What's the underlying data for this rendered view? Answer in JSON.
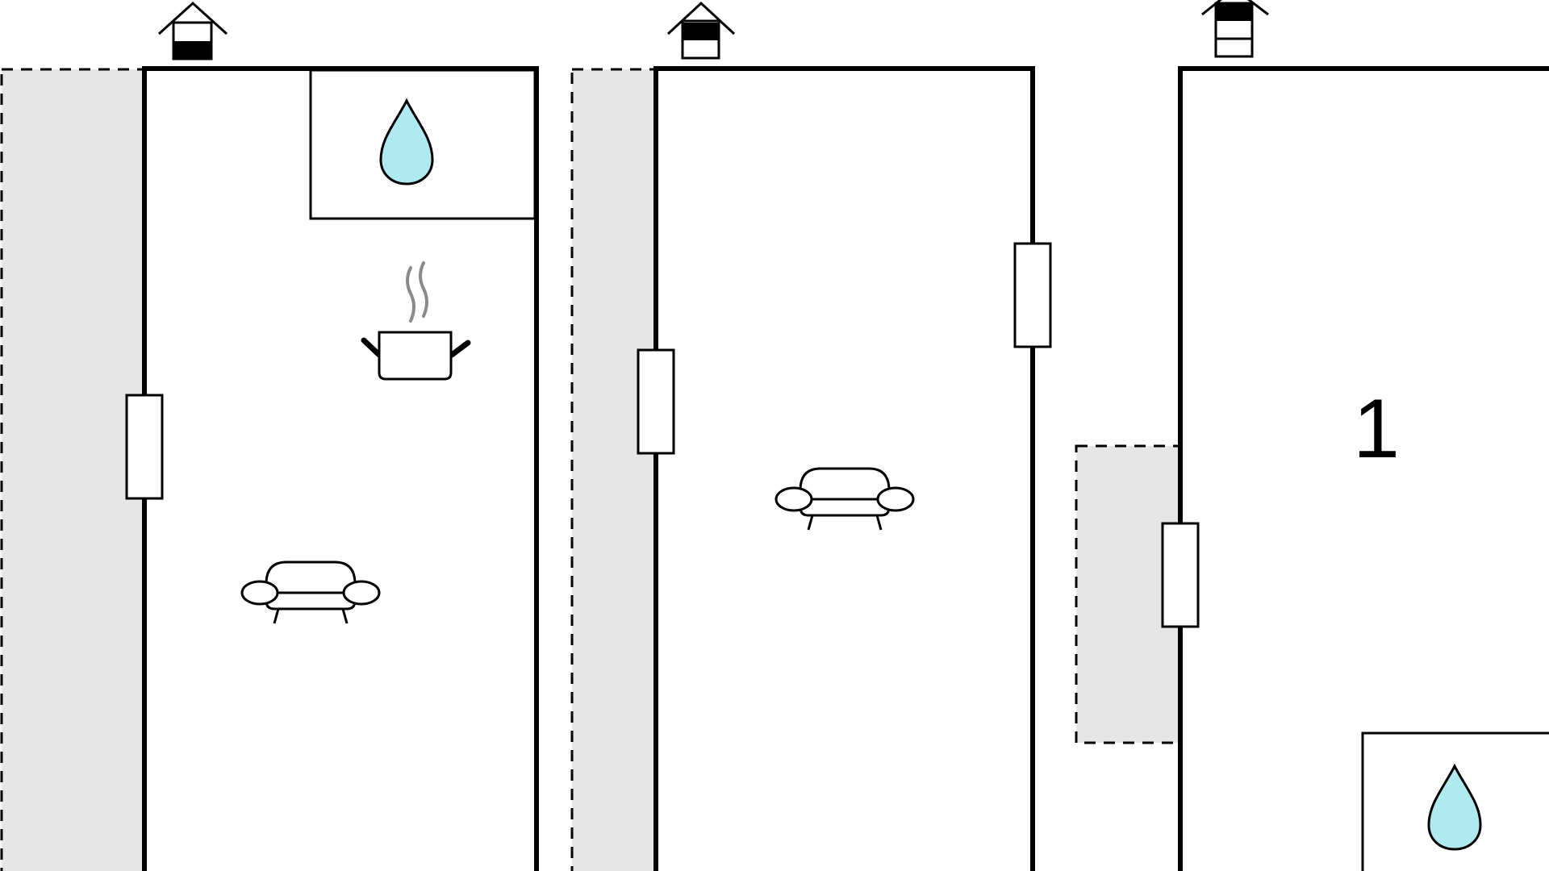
{
  "floors": [
    {
      "level_icon": "level-icon-ground",
      "rooms": [
        {
          "id": "bathroom",
          "icon": "water-drop-icon"
        },
        {
          "id": "kitchen",
          "icon": "cooking-pot-icon"
        },
        {
          "id": "living",
          "icon": "sofa-icon"
        }
      ],
      "terrace": "balcony-area"
    },
    {
      "level_icon": "level-icon-first",
      "rooms": [
        {
          "id": "living",
          "icon": "sofa-icon"
        }
      ],
      "terrace": "balcony-area"
    },
    {
      "level_icon": "level-icon-second",
      "rooms": [
        {
          "id": "bedroom",
          "label": "1"
        },
        {
          "id": "bathroom",
          "icon": "water-drop-icon"
        }
      ],
      "terrace": "balcony-area"
    }
  ],
  "colors": {
    "terrace_fill": "#e6e6e6",
    "water_drop": "#aeeaf0",
    "steam": "#8a8a8a",
    "wall": "#000000"
  }
}
